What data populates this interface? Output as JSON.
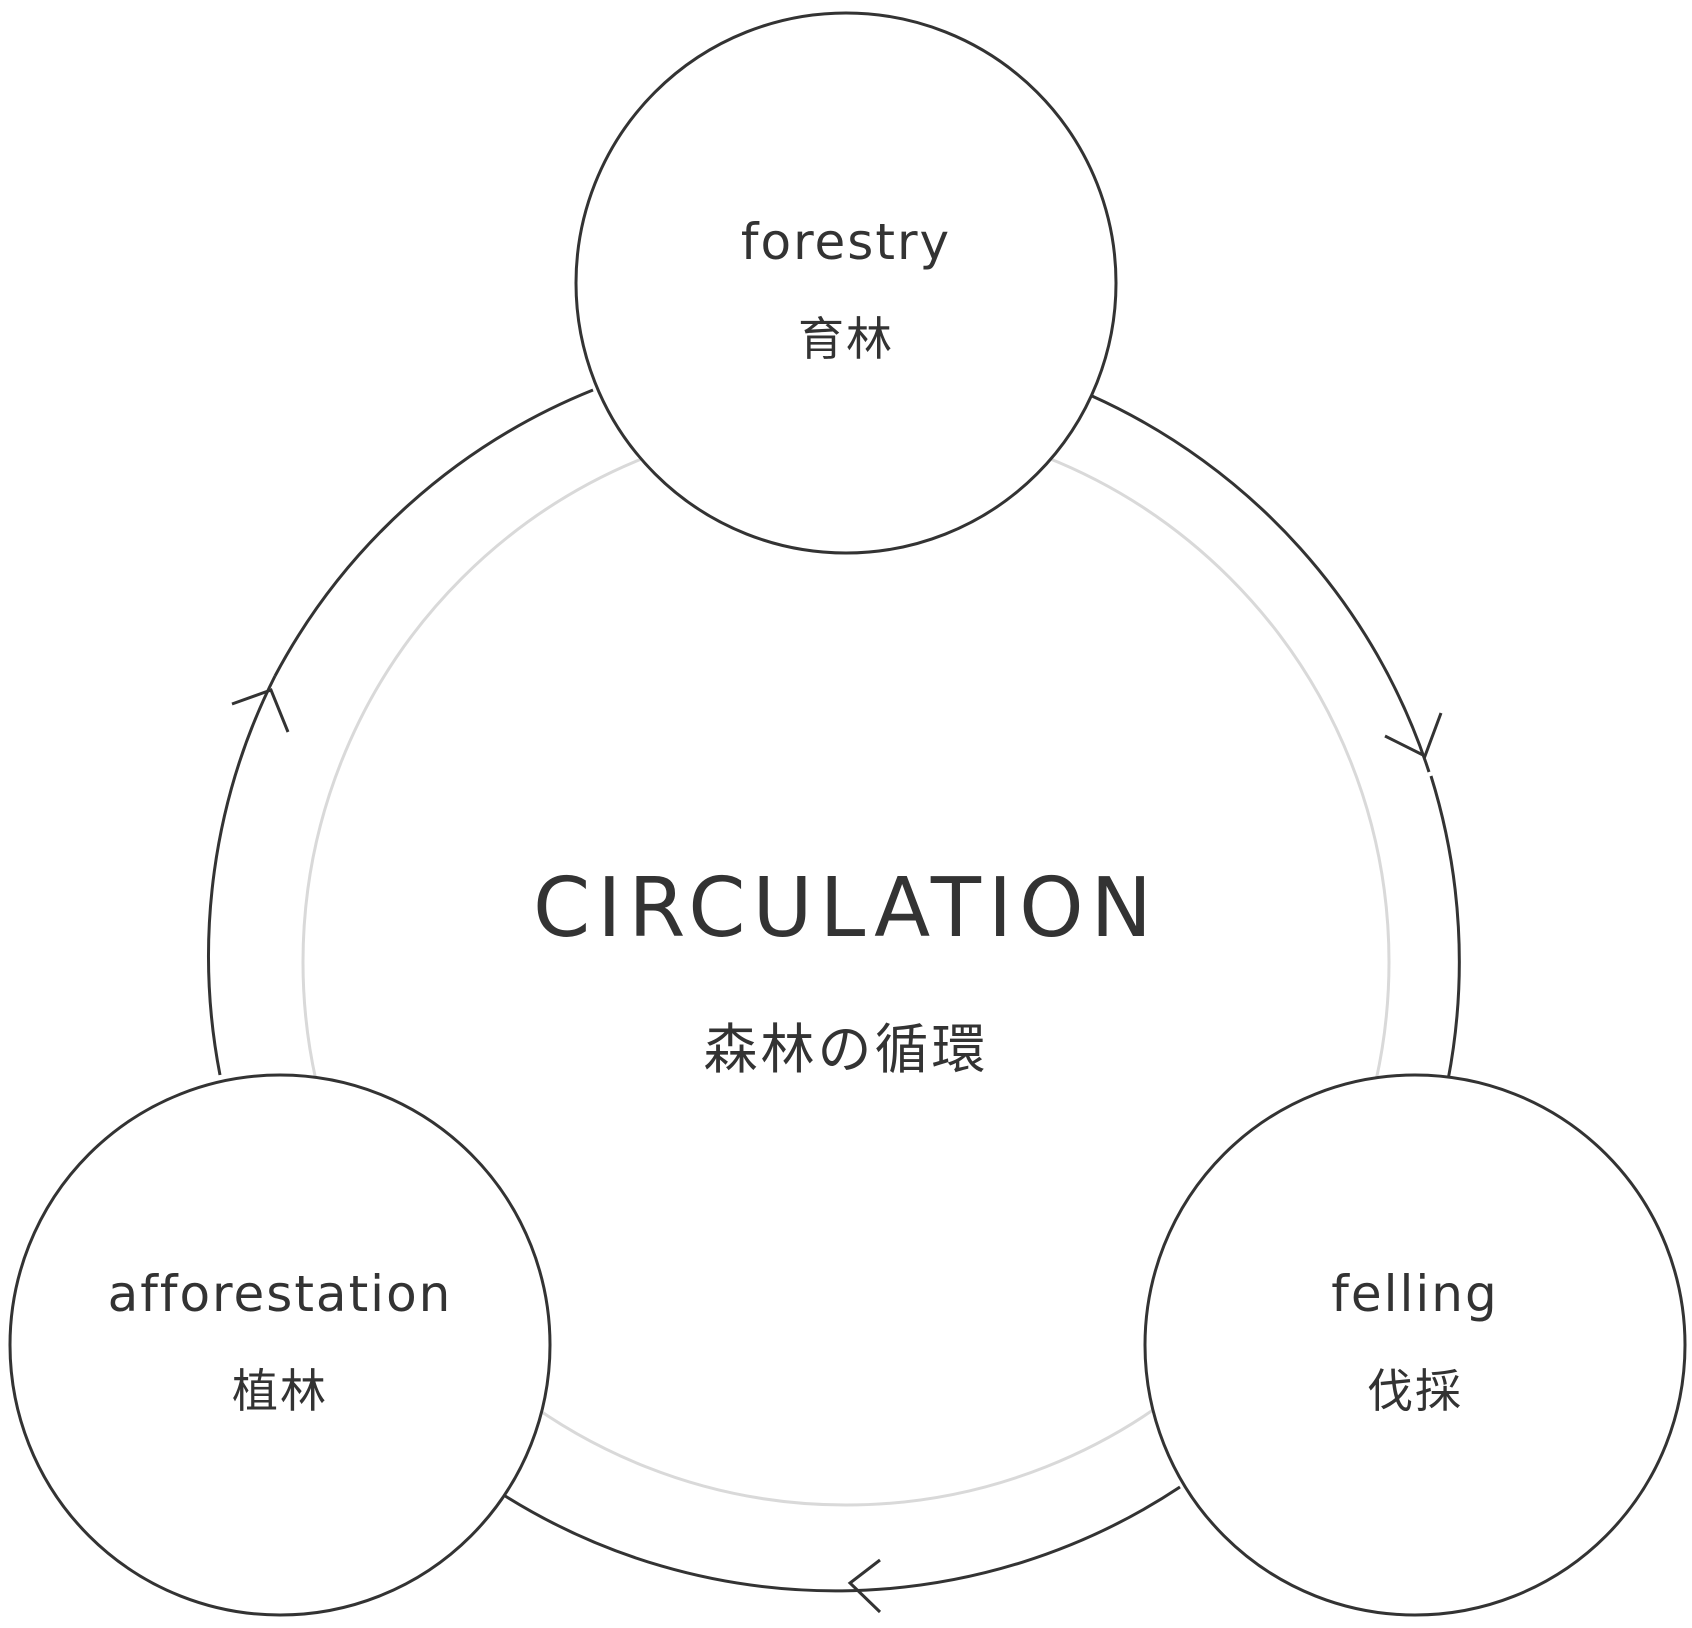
{
  "diagram": {
    "center": {
      "title": "CIRCULATION",
      "subtitle": "森林の循環"
    },
    "nodes": [
      {
        "en": "forestry",
        "ja": "育林"
      },
      {
        "en": "felling",
        "ja": "伐採"
      },
      {
        "en": "afforestation",
        "ja": "植林"
      }
    ],
    "colors": {
      "stroke": "#333333",
      "inner_ring": "#d9d9d9",
      "text": "#333333",
      "background": "#ffffff"
    }
  }
}
